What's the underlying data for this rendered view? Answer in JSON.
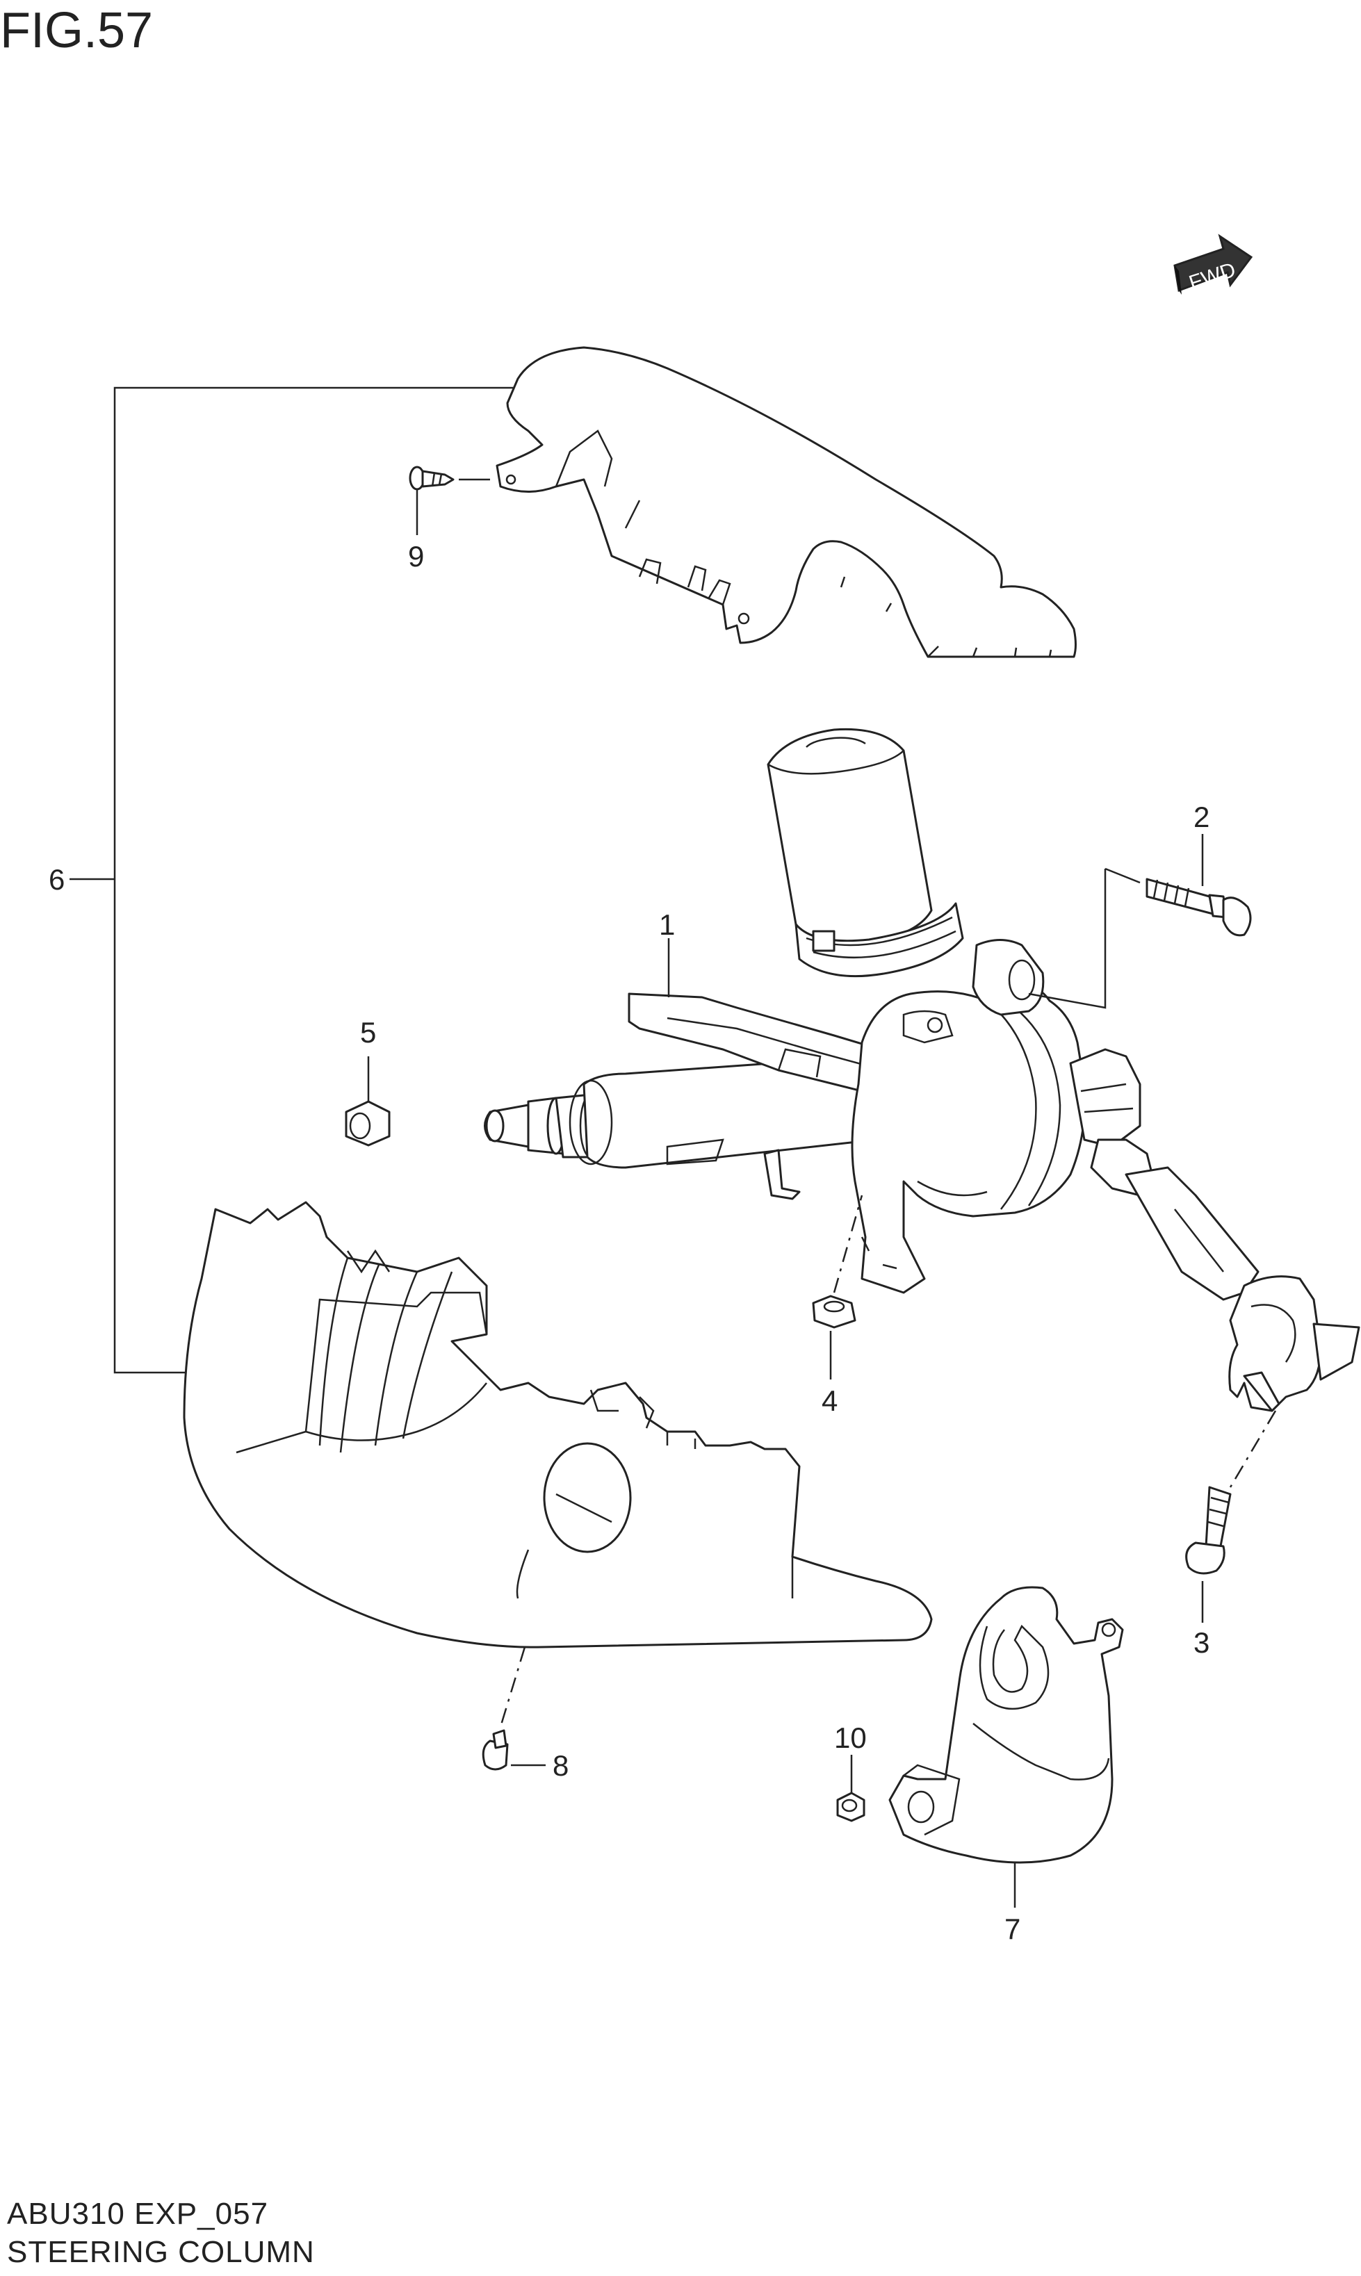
{
  "figure": {
    "title": "FIG.57",
    "code": "ABU310 EXP_057",
    "name": "STEERING COLUMN"
  },
  "fwd_label": "FWD",
  "callouts": [
    "1",
    "2",
    "3",
    "4",
    "5",
    "6",
    "7",
    "8",
    "9",
    "10"
  ]
}
